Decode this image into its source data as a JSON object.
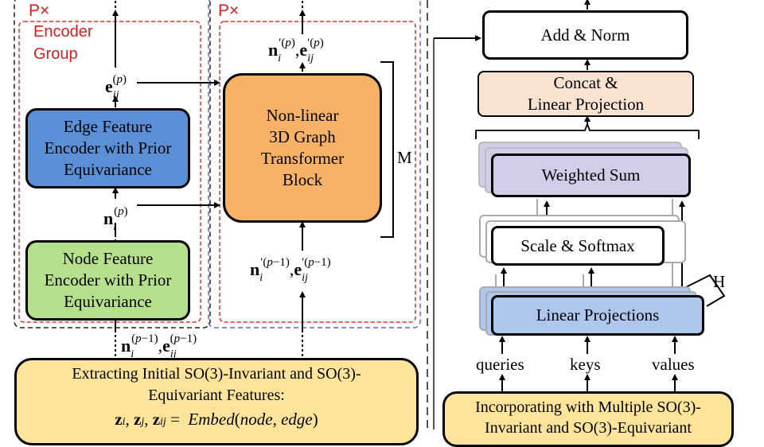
{
  "left": {
    "outer_repeat": "P×",
    "inner_repeat": "P×",
    "group_label_line1": "Encoder",
    "group_label_line2": "Group",
    "edge_encoder": [
      "Edge Feature",
      "Encoder with Prior",
      "Equivariance"
    ],
    "node_encoder": [
      "Node Feature",
      "Encoder with Prior",
      "Equivariance"
    ],
    "transformer_block": [
      "Non-linear",
      "3D Graph",
      "Transformer",
      "Block"
    ],
    "stack_label": "M",
    "extract_box": [
      "Extracting Initial SO(3)-Invariant and SO(3)-",
      "Equivariant Features:"
    ],
    "embed_func": "Embed",
    "embed_args": "node, edge"
  },
  "right": {
    "add_norm": "Add & Norm",
    "concat": [
      "Concat &",
      "Linear Projection"
    ],
    "weighted_sum": "Weighted Sum",
    "scale_softmax": "Scale & Softmax",
    "linear_proj": "Linear Projections",
    "heads_label": "H",
    "inputs": [
      "queries",
      "keys",
      "values"
    ],
    "incorporating_box": [
      "Incorporating with Multiple SO(3)-",
      "Invariant and SO(3)-Equivariant"
    ]
  },
  "colors": {
    "edge_blue": "#5b8fd6",
    "node_green": "#b6e08c",
    "block_orange": "#f7b267",
    "extract_yellow": "#ffe49a",
    "concat_peach": "#fbe3d2",
    "purple": "#d3cce8",
    "linear_blue": "#adc7ef",
    "red_dash": "#e03030",
    "purple_dash": "#7a5ad0"
  }
}
